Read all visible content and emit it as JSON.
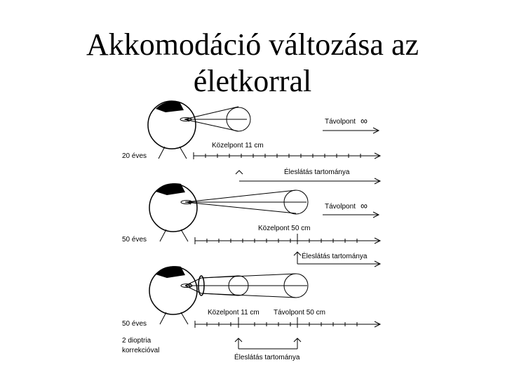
{
  "title": {
    "line1": "Akkomodáció változása az",
    "line2": "életkorral"
  },
  "panels": [
    {
      "age_label": "20 éves",
      "far_label": "Távolpont",
      "near_label": "Közelpont 11 cm",
      "range_label": "Éleslátás tartománya"
    },
    {
      "age_label": "50 éves",
      "far_label": "Távolpont",
      "near_label": "Közelpont    50 cm",
      "range_label": "Éleslátás tartománya"
    },
    {
      "age_label": "50 éves",
      "correction_line1": "2 dioptria",
      "correction_line2": "korrekcióval",
      "near_label": "Közelpont 11 cm",
      "far_label": "Távolpont 50 cm",
      "range_label": "Éleslátás tartománya"
    }
  ],
  "symbols": {
    "infinity": "∞"
  }
}
